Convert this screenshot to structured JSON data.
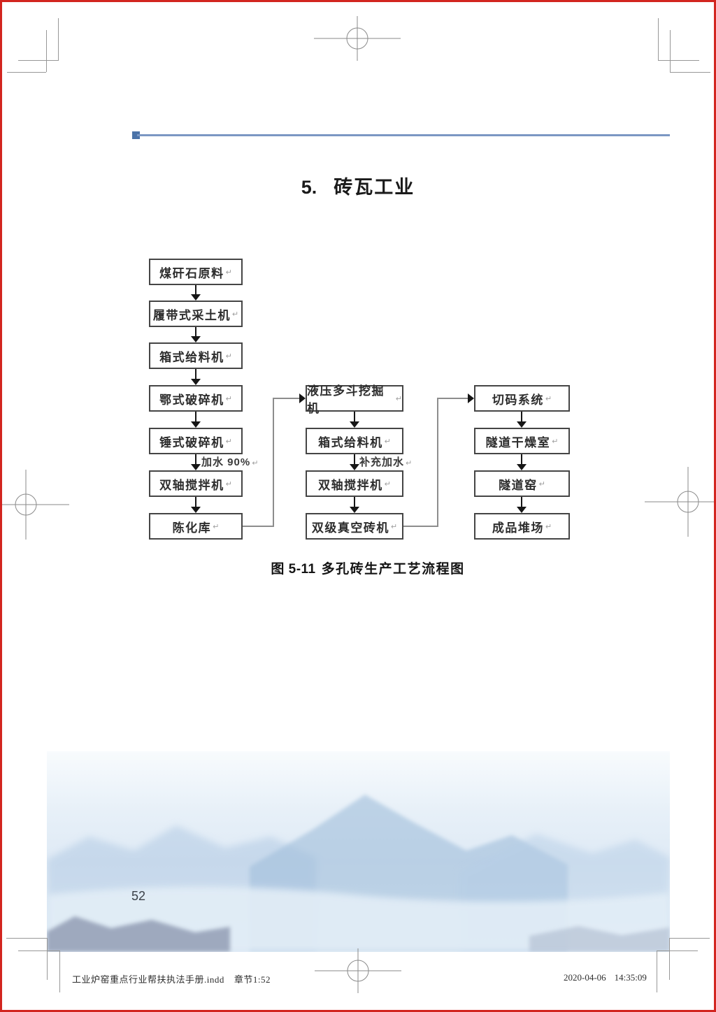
{
  "page": {
    "title_number": "5.",
    "title_text": "砖瓦工业",
    "caption_prefix": "图 5-11",
    "caption_text": "多孔砖生产工艺流程图",
    "page_number": "52"
  },
  "flowchart": {
    "return_mark": "↵",
    "col1": {
      "boxes": [
        "煤矸石原料",
        "履带式采土机",
        "箱式给料机",
        "鄂式破碎机",
        "锤式破碎机",
        "双轴搅拌机",
        "陈化库"
      ],
      "edge_label": "加水 90%"
    },
    "col2": {
      "boxes": [
        "液压多斗挖掘机",
        "箱式给料机",
        "双轴搅拌机",
        "双级真空砖机"
      ],
      "edge_label": "补充加水"
    },
    "col3": {
      "boxes": [
        "切码系统",
        "隧道干燥室",
        "隧道窑",
        "成品堆场"
      ]
    }
  },
  "footer": {
    "filename": "工业炉窑重点行业帮扶执法手册.indd",
    "section": "章节1:52",
    "date": "2020-04-06",
    "time": "14:35:09"
  },
  "colors": {
    "page_border_red": "#d2251f",
    "rule_blue": "#7b97c3",
    "rule_square_blue": "#4b73a8",
    "box_border": "#454545",
    "connector_gray": "#8d8d8d"
  }
}
